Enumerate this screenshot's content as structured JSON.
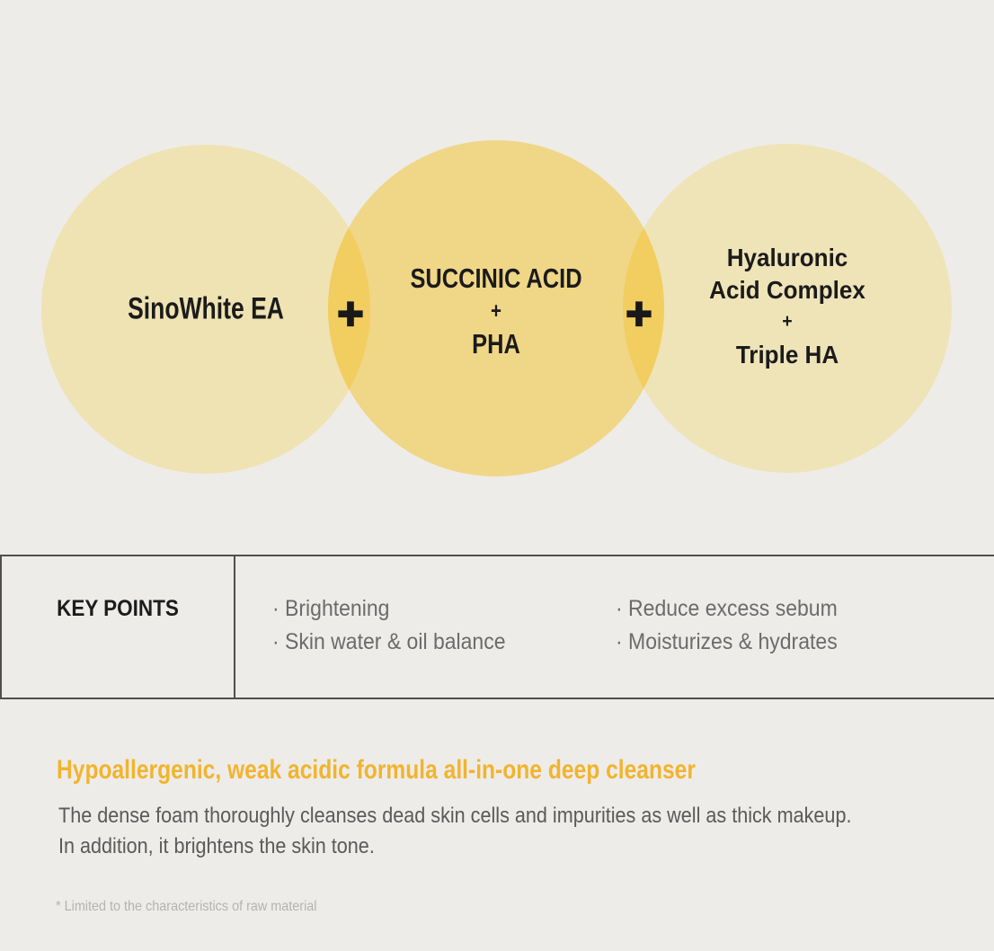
{
  "background": "#edece9",
  "venn": {
    "circles": [
      {
        "label": "SinoWhite EA",
        "fill": "#efe3b3"
      },
      {
        "lines": [
          "SUCCINIC ACID",
          "+",
          "PHA"
        ],
        "fill": "#f0d687"
      },
      {
        "lines": [
          "Hyaluronic",
          "Acid Complex",
          "+",
          "Triple HA"
        ],
        "fill": "#efe4b8"
      }
    ],
    "overlap_fill": "#f2cd60",
    "connector_symbol": "+"
  },
  "key_points": {
    "title": "KEY POINTS",
    "columns": [
      {
        "items": [
          "· Brightening",
          "· Skin water & oil balance"
        ]
      },
      {
        "items": [
          "· Reduce excess sebum",
          "· Moisturizes & hydrates"
        ]
      }
    ]
  },
  "description": {
    "heading": "Hypoallergenic, weak acidic formula all-in-one deep cleanser",
    "heading_color": "#f2b42e",
    "body_lines": [
      "The dense foam thoroughly cleanses dead skin cells and impurities as well as thick makeup.",
      "In addition, it brightens the skin tone."
    ],
    "footnote": "* Limited to the characteristics of raw material"
  }
}
